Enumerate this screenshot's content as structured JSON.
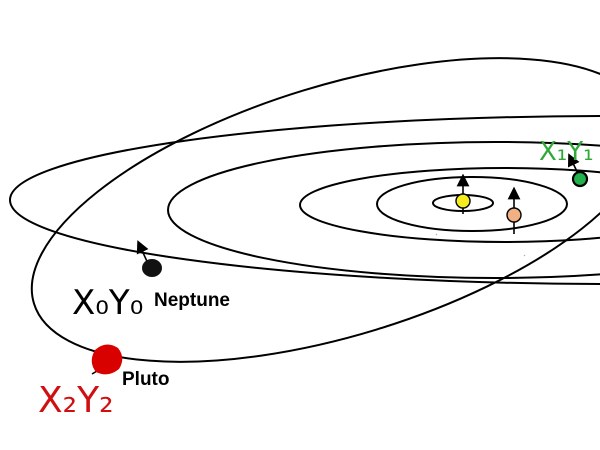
{
  "labels": {
    "neptune": "Neptune",
    "pluto": "Pluto",
    "neptune_coord": "X₀Y₀",
    "green_coord": "X₁Y₁",
    "pluto_coord": "X₂Y₂"
  },
  "colors": {
    "sun": "#f5ec1e",
    "inner_planet": "#f2b183",
    "green_planet": "#22b14c",
    "neptune": "#111111",
    "pluto": "#d90000",
    "green_annotation": "#2fa838",
    "red_annotation": "#d01010",
    "orbit_line": "#000000"
  },
  "icons": {
    "direction_arrow": "arrow-up-icon"
  }
}
